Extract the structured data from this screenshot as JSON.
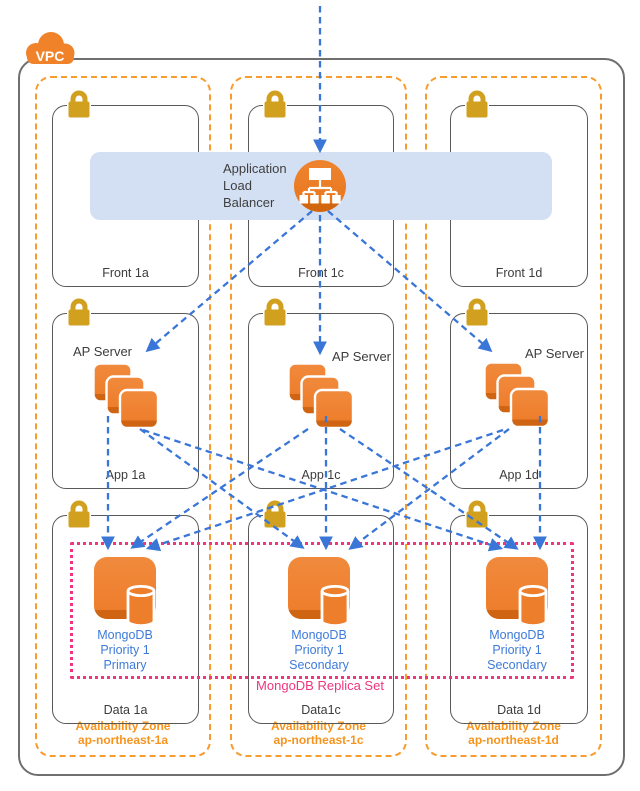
{
  "vpc": {
    "label": "VPC"
  },
  "alb": {
    "line1": "Application",
    "line2": "Load",
    "line3": "Balancer"
  },
  "replica_set": {
    "label": "MongoDB Replica Set"
  },
  "zones": [
    {
      "front_label": "Front 1a",
      "app_label": "App 1a",
      "data_label": "Data 1a",
      "ap_server_label": "AP Server",
      "mongo_line1": "MongoDB",
      "mongo_line2": "Priority 1",
      "mongo_line3": "Primary",
      "az_line1": "Availability Zone",
      "az_line2": "ap-northeast-1a"
    },
    {
      "front_label": "Front 1c",
      "app_label": "App 1c",
      "data_label": "Data1c",
      "ap_server_label": "AP Server",
      "mongo_line1": "MongoDB",
      "mongo_line2": "Priority 1",
      "mongo_line3": "Secondary",
      "az_line1": "Availability Zone",
      "az_line2": "ap-northeast-1c"
    },
    {
      "front_label": "Front 1d",
      "app_label": "App 1d",
      "data_label": "Data 1d",
      "ap_server_label": "AP Server",
      "mongo_line1": "MongoDB",
      "mongo_line2": "Priority 1",
      "mongo_line3": "Secondary",
      "az_line1": "Availability Zone",
      "az_line2": "ap-northeast-1d"
    }
  ],
  "icons": {
    "vpc_cloud": "vpc-cloud-icon",
    "lock": "lock-icon",
    "load_balancer": "load-balancer-icon",
    "server_stack": "server-stack-icon",
    "mongodb": "mongodb-database-icon"
  },
  "colors": {
    "aws_orange": "#ee7c28",
    "az_border_orange": "#f89c2e",
    "az_text_orange": "#f7941e",
    "arrow_blue": "#3a76d8",
    "mongo_text_blue": "#3e7bd8",
    "replica_pink": "#f0357e",
    "alb_band_blue": "#d3dff2",
    "lock_gold": "#d2a01f",
    "border_gray": "#595959"
  }
}
